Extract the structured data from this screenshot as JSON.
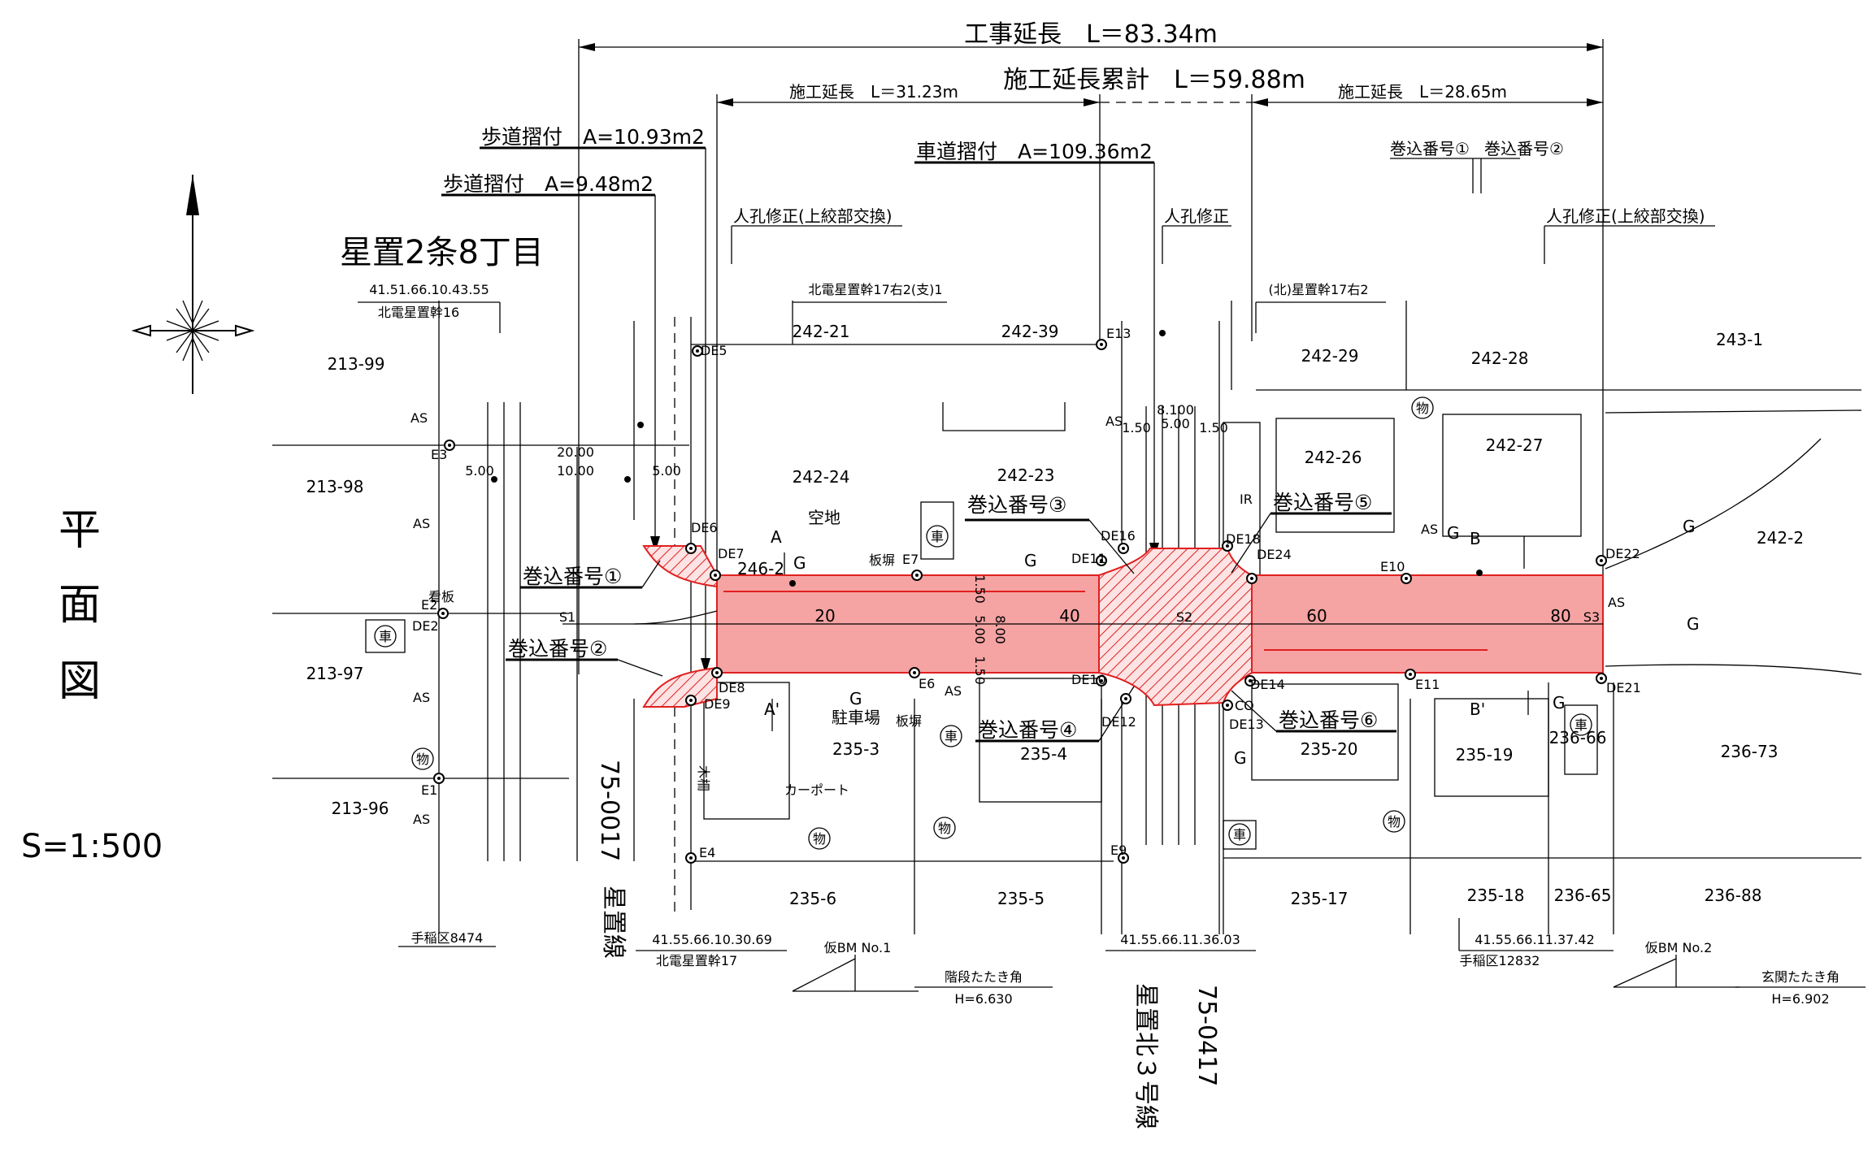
{
  "dims": {
    "total": "工事延長　L＝83.34m",
    "cumulative": "施工延長累計　L＝59.88m",
    "sec1": "施工延長　L＝31.23m",
    "sec2": "施工延長　L＝28.65m"
  },
  "areas": {
    "sidewalk1": "歩道摺付　A=10.93m2",
    "sidewalk2": "歩道摺付　A=9.48m2",
    "roadway": "車道摺付　A=109.36m2"
  },
  "makikomi": {
    "n1": "巻込番号①",
    "n2": "巻込番号②",
    "n3": "巻込番号③",
    "n4": "巻込番号④",
    "n5": "巻込番号⑤",
    "n6": "巻込番号⑥",
    "top1": "巻込番号①",
    "top2": "巻込番号②"
  },
  "manhole": {
    "l1": "人孔修正(上絞部交換)",
    "l2": "人孔修正",
    "l3": "人孔修正(上絞部交換)"
  },
  "place": {
    "district": "星置2条8丁目",
    "plan_chars": [
      "平",
      "面",
      "図"
    ],
    "scale": "S=1:500",
    "route1_no": "75-0017",
    "route1_name": "星置線",
    "route2_no": "75-0417",
    "route2_name": "星置北３号線"
  },
  "poles": {
    "p1_code": "41.51.66.10.43.55",
    "p1_name": "北電星置幹16",
    "p2_name": "北電星置幹17右2(支)1",
    "p3_name": "(北)星置幹17右2",
    "p4_name": "手稲区8474",
    "p5_code": "41.55.66.10.30.69",
    "p5_name": "北電星置幹17",
    "p6_code": "41.55.66.11.36.03",
    "p7_code": "41.55.66.11.37.42",
    "p7_name": "手稲区12832"
  },
  "bm": {
    "bm1": "仮BM No.1",
    "bm1_desc": "階段たたき角",
    "bm1_h": "H=6.630",
    "bm2": "仮BM No.2",
    "bm2_desc": "玄関たたき角",
    "bm2_h": "H=6.902"
  },
  "lots": {
    "l21399": "213-99",
    "l21398": "213-98",
    "l21397": "213-97",
    "l21396": "213-96",
    "l24221": "242-21",
    "l24239": "242-39",
    "l24224": "242-24",
    "l24223": "242-23",
    "l2462": "246-2",
    "l24229": "242-29",
    "l24228": "242-28",
    "l24226": "242-26",
    "l24227": "242-27",
    "l2431": "243-1",
    "l2422": "242-2",
    "l2353": "235-3",
    "l2354": "235-4",
    "l23520": "235-20",
    "l23519": "235-19",
    "l23666": "236-66",
    "l23673": "236-73",
    "l2356": "235-6",
    "l2355": "235-5",
    "l23517": "235-17",
    "l23518": "235-18",
    "l23665": "236-65",
    "l23688": "236-88"
  },
  "text": {
    "akichi": "空地",
    "parking": "駐車場",
    "carport": "カーポート",
    "signboard": "看板",
    "kanban": "板塀",
    "mokusaku": "木柵"
  },
  "road_dims": {
    "d2000": "20.00",
    "d1000": "10.00",
    "d500a": "5.00",
    "d500b": "5.00",
    "d8100": "8.100",
    "d500c": "5.00",
    "d150a": "1.50",
    "d150b": "1.50",
    "v150a": "1.50",
    "v500": "5.00",
    "v150b": "1.50",
    "v800": "8.00"
  },
  "stations": {
    "s20": "20",
    "s40": "40",
    "s60": "60",
    "s80": "80",
    "S1": "S1",
    "S2": "S2",
    "S3": "S3"
  },
  "points": {
    "E1": "E1",
    "E2": "E2",
    "E3": "E3",
    "E4": "E4",
    "E5": "DE5",
    "E6": "E6",
    "E7": "E7",
    "E9": "E9",
    "E10": "E10",
    "E11": "E11",
    "E13": "E13",
    "DE2": "DE2",
    "DE6": "DE6",
    "DE7": "DE7",
    "DE8": "DE8",
    "DE9": "DE9",
    "DE10": "DE10",
    "DE11": "DE11",
    "DE12": "DE12",
    "DE13": "DE13",
    "DE14": "DE14",
    "DE16": "DE16",
    "DE18": "DE18",
    "DE21": "DE21",
    "DE22": "DE22",
    "DE24": "DE24"
  },
  "symbols": {
    "as": "AS",
    "g": "G",
    "car": "車",
    "mono": "物",
    "ir": "IR",
    "co": "CO",
    "secA": "A",
    "secA2": "A'",
    "secB": "B",
    "secB2": "B'"
  }
}
